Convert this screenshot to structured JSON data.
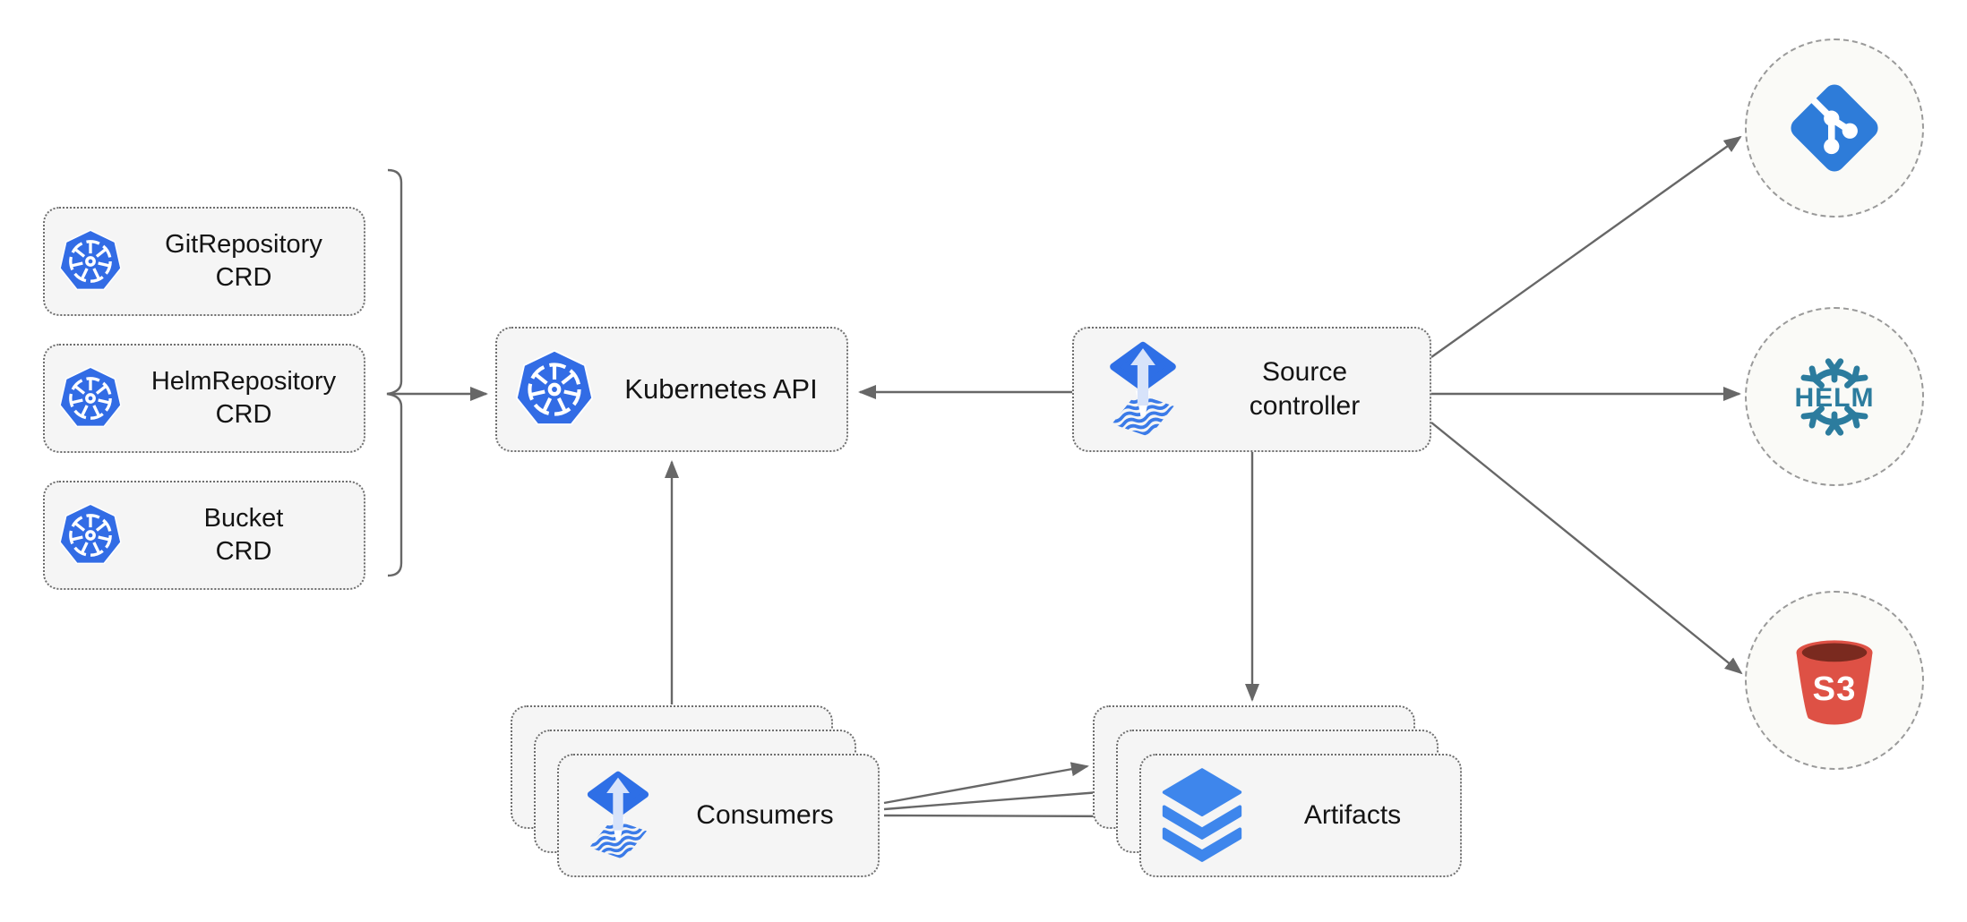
{
  "nodes": {
    "crd_boxes": [
      {
        "label": "GitRepository",
        "sublabel": "CRD"
      },
      {
        "label": "HelmRepository",
        "sublabel": "CRD"
      },
      {
        "label": "Bucket",
        "sublabel": "CRD"
      }
    ],
    "kubernetes_api": {
      "label": "Kubernetes API"
    },
    "source_controller": {
      "line1": "Source",
      "line2": "controller"
    },
    "consumers": {
      "label": "Consumers"
    },
    "artifacts": {
      "label": "Artifacts"
    },
    "helm": {
      "text": "HELM"
    },
    "s3": {
      "text": "S3"
    }
  },
  "colors": {
    "kubernetes_blue": "#326CE5",
    "flux_blue": "#2E6FE6",
    "flux_arrow_light": "#D7E3FA",
    "flux_wave_blue": "#3B7BE8",
    "artifacts_blue": "#3E86EC",
    "git_blue": "#2E7CD9",
    "helm_teal": "#2C7C9E",
    "s3_red": "#DE5145",
    "s3_dark": "#7A2A1F",
    "line_gray": "#676767",
    "box_bg": "#F5F5F5",
    "circle_bg": "#FAFAF7"
  }
}
